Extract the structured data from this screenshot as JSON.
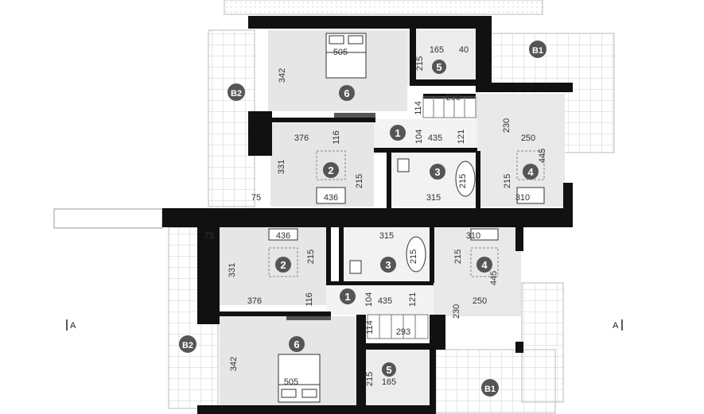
{
  "section": {
    "left": "A",
    "right": "A"
  },
  "rooms": {
    "r1": "1",
    "r2": "2",
    "r3": "3",
    "r4": "4",
    "r5": "5",
    "r6": "6",
    "b1": "B1",
    "b2": "B2"
  },
  "upper": {
    "d505": "505",
    "d165": "165",
    "d40": "40",
    "d215a": "215",
    "d342": "342",
    "d293": "293",
    "d114": "114",
    "d230": "230",
    "d376": "376",
    "d116": "116",
    "d104": "104",
    "d435": "435",
    "d121": "121",
    "d250": "250",
    "d445": "445",
    "d331": "331",
    "d215b": "215",
    "d215c": "215",
    "d215d": "215",
    "d436": "436",
    "d315": "315",
    "d310": "310",
    "d75": "75"
  },
  "lower": {
    "d75": "75",
    "d436": "436",
    "d315": "315",
    "d310": "310",
    "d331": "331",
    "d215a": "215",
    "d215b": "215",
    "d215c": "215",
    "d376": "376",
    "d116": "116",
    "d104": "104",
    "d435": "435",
    "d121": "121",
    "d250": "250",
    "d445": "445",
    "d230": "230",
    "d114": "114",
    "d293": "293",
    "d342": "342",
    "d505": "505",
    "d215d": "215",
    "d165": "165"
  }
}
